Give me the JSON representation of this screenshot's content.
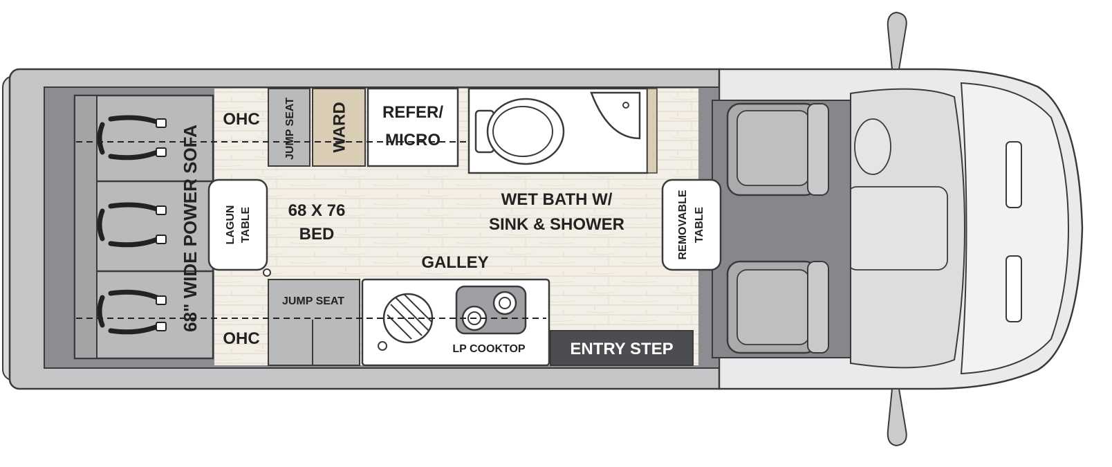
{
  "floorplan": {
    "labels": {
      "sofa": "68\" WIDE POWER SOFA",
      "ohc_top": "OHC",
      "ohc_bottom": "OHC",
      "jump_seat_top": "JUMP SEAT",
      "jump_seat_bottom": "JUMP SEAT",
      "ward": "WARD",
      "refer_line1": "REFER/",
      "refer_line2": "MICRO",
      "lagun_line1": "LAGUN",
      "lagun_line2": "TABLE",
      "bed_line1": "68 X 76",
      "bed_line2": "BED",
      "wet_bath_line1": "WET BATH W/",
      "wet_bath_line2": "SINK & SHOWER",
      "galley": "GALLEY",
      "cooktop": "LP COOKTOP",
      "removable_line1": "REMOVABLE",
      "removable_line2": "TABLE",
      "entry_step": "ENTRY STEP"
    },
    "colors": {
      "body_outline": "#3a3a3a",
      "shell_gray": "#bfc1c3",
      "dark_gray": "#7d7f82",
      "cab_gray": "#8c8e90",
      "floor_wood": "#f2eee6",
      "wood_lines": "#ded7c9",
      "ward_tan": "#d9cdb5",
      "entry_step": "#4b4d50",
      "seat_gray": "#a9abad"
    }
  }
}
